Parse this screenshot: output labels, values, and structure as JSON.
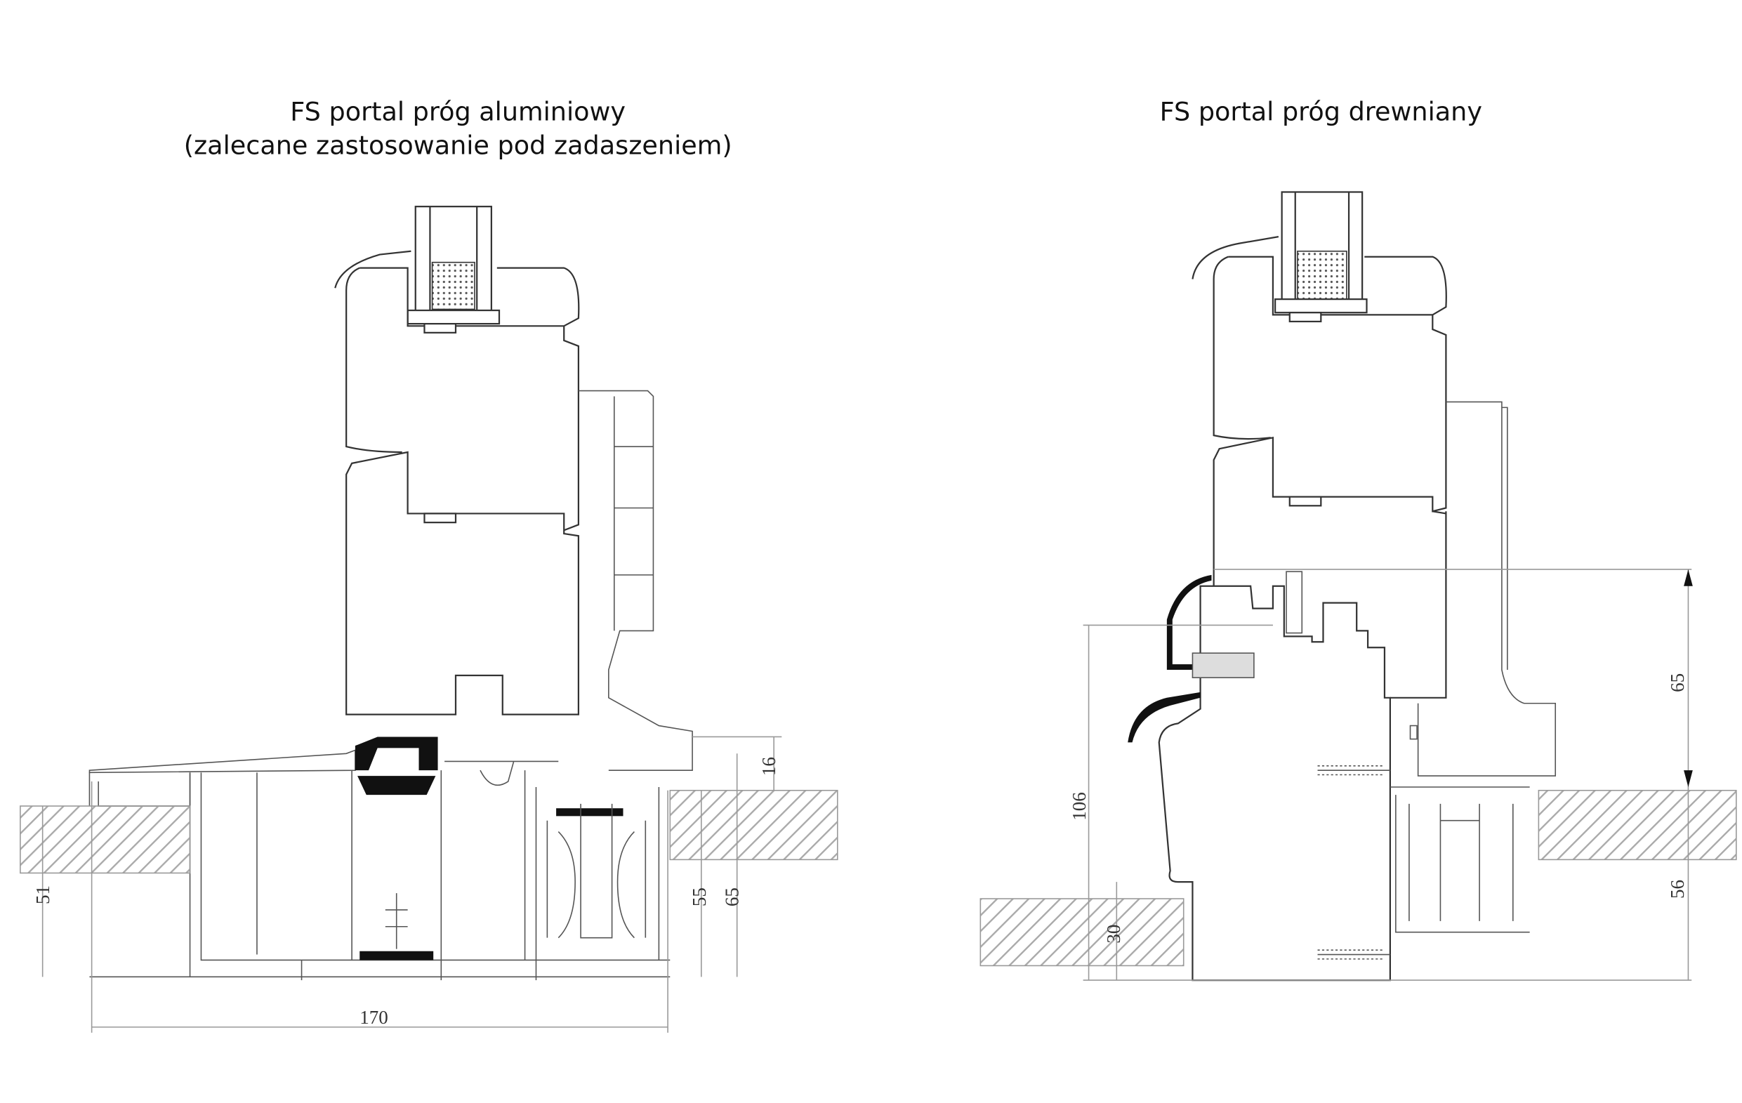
{
  "diagrams": [
    {
      "title_line1": "FS portal próg aluminiowy",
      "title_line2": "(zalecane zastosowanie pod zadaszeniem)",
      "dimensions": {
        "d51": "51",
        "d170": "170",
        "d55": "55",
        "d65": "65",
        "d16": "16"
      }
    },
    {
      "title_line1": "FS portal próg drewniany",
      "dimensions": {
        "d106": "106",
        "d30": "30",
        "d65": "65",
        "d56": "56"
      }
    }
  ],
  "colors": {
    "line": "#333333",
    "hatch": "#999999",
    "seal": "#111111"
  }
}
